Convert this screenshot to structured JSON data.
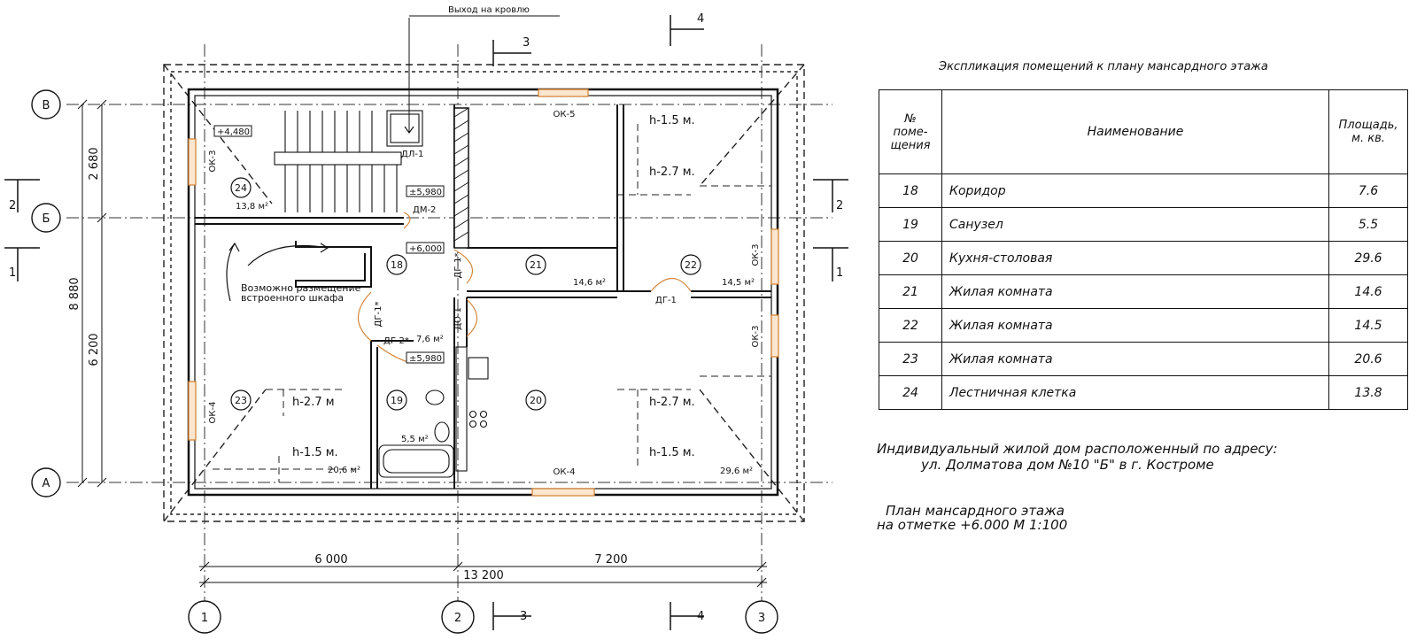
{
  "plan": {
    "roof_exit": "Выход на кровлю",
    "axes": {
      "rows": [
        "В",
        "Б",
        "А"
      ],
      "cols": [
        "1",
        "2",
        "3"
      ]
    },
    "section_marks": {
      "s3": "3",
      "s4": "4",
      "s1": "1",
      "s2": "2"
    },
    "dims_vertical": {
      "upper": "2 680",
      "lower": "6 200",
      "total": "8 880"
    },
    "dims_horizontal": {
      "left": "6 000",
      "right": "7 200",
      "total": "13 200"
    },
    "levels": {
      "l1": "+4,480",
      "l2": "±5,980",
      "l3": "+6,000",
      "l4": "±5,980"
    },
    "rooms": [
      {
        "id": "18",
        "area": "7,6 м²"
      },
      {
        "id": "19",
        "area": "5,5 м²"
      },
      {
        "id": "20",
        "area": "29,6 м²"
      },
      {
        "id": "21",
        "area": "14,6 м²"
      },
      {
        "id": "22",
        "area": "14,5 м²"
      },
      {
        "id": "23",
        "area": "20,6 м²"
      },
      {
        "id": "24",
        "area": "13,8 м²"
      }
    ],
    "heights": {
      "h15": "h-1.5 м.",
      "h27": "h-2.7 м.",
      "h27b": "h-2.7 м",
      "h15b": "h-1.5 м."
    },
    "windows": {
      "ok3": "ОК-3",
      "ok4": "ОК-4",
      "ok5": "ОК-5"
    },
    "doors": {
      "dl1": "ДЛ-1",
      "dm2": "ДМ-2",
      "dg1": "ДГ-1",
      "dg1s": "ДГ-1*",
      "dg2s": "ДГ-2*",
      "do1": "ДО-1"
    },
    "wardrobe_note": [
      "Возможно размещение",
      "встроенного шкафа"
    ]
  },
  "explication": {
    "title": "Экспликация помещений к плану мансардного этажа",
    "headers": {
      "num": [
        "№ поме-",
        "щения"
      ],
      "name": "Наименование",
      "area": [
        "Площадь,",
        "м. кв."
      ]
    },
    "rows": [
      {
        "num": "18",
        "name": "Коридор",
        "area": "7.6"
      },
      {
        "num": "19",
        "name": "Санузел",
        "area": "5.5"
      },
      {
        "num": "20",
        "name": "Кухня-столовая",
        "area": "29.6"
      },
      {
        "num": "21",
        "name": "Жилая комната",
        "area": "14.6"
      },
      {
        "num": "22",
        "name": "Жилая комната",
        "area": "14.5"
      },
      {
        "num": "23",
        "name": "Жилая комната",
        "area": "20.6"
      },
      {
        "num": "24",
        "name": "Лестничная  клетка",
        "area": "13.8"
      }
    ]
  },
  "address": [
    "Индивидуальный жилой дом расположенный по адресу:",
    "ул. Долматова дом №10 \"Б\" в г. Костроме"
  ],
  "plan_caption": [
    "План мансардного этажа",
    "на отметке +6.000 М 1:100"
  ]
}
